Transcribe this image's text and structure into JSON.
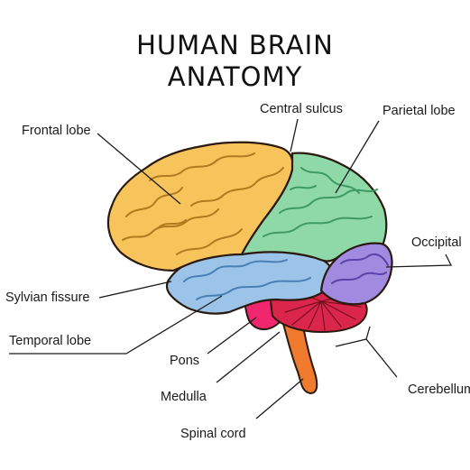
{
  "title": {
    "line1": "HUMAN BRAIN",
    "line2": "ANATOMY"
  },
  "labels": {
    "frontal_lobe": "Frontal lobe",
    "central_sulcus": "Central sulcus",
    "parietal_lobe": "Parietal lobe",
    "occipital": "Occipital",
    "sylvian_fissure": "Sylvian fissure",
    "temporal_lobe": "Temporal lobe",
    "pons": "Pons",
    "medulla": "Medulla",
    "cerebellum": "Cerebellum",
    "spinal_cord": "Spinal cord"
  },
  "colors": {
    "frontal": "#f6c45a",
    "parietal": "#8fd9a8",
    "occipital": "#a18be0",
    "temporal": "#9cc4e8",
    "cerebellum": "#d9264a",
    "pons": "#f0266e",
    "medulla": "#f07a2e",
    "outline": "#2a1a10",
    "leader_line": "#1a1a1a"
  }
}
